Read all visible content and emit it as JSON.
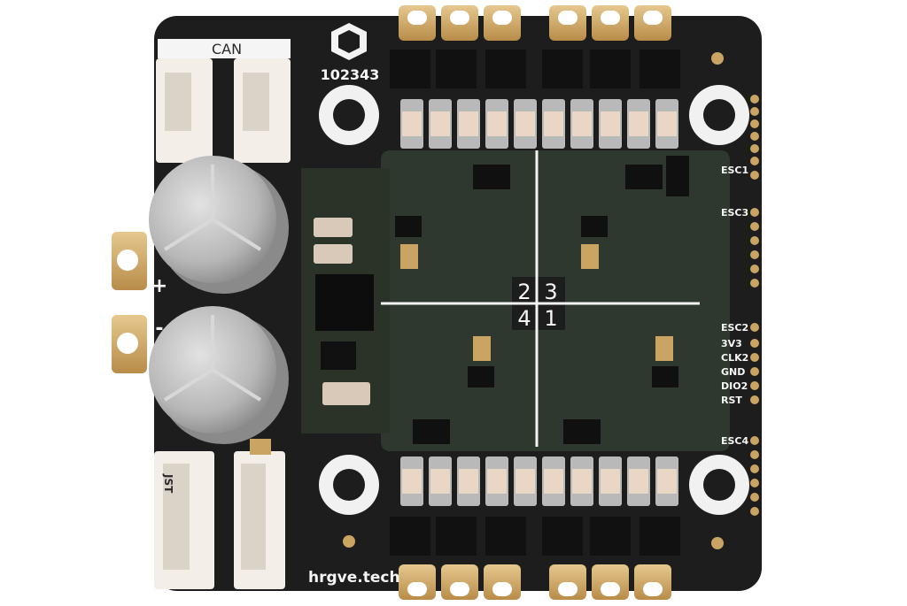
{
  "board": {
    "id_number": "102343",
    "brand_text": "hrgve.tech",
    "can_label": "CAN",
    "jst_label": "JST",
    "polarity_plus": "+",
    "polarity_minus": "-",
    "quadrant_top_left": "2",
    "quadrant_top_right": "3",
    "quadrant_bottom_left": "4",
    "quadrant_bottom_right": "1",
    "right_labels": {
      "esc1": "ESC1",
      "esc3": "ESC3",
      "esc2": "ESC2",
      "v33": "3V3",
      "clk2": "CLK2",
      "gnd": "GND",
      "dio2": "DIO2",
      "rst": "RST",
      "esc4": "ESC4"
    }
  },
  "colors": {
    "pcb_black": "#1c1d1c",
    "pcb_green": "#2f382e",
    "gold": "#c9a463",
    "capacitor_silver": "#bfbfbf",
    "connector_white": "#f3efe8"
  }
}
